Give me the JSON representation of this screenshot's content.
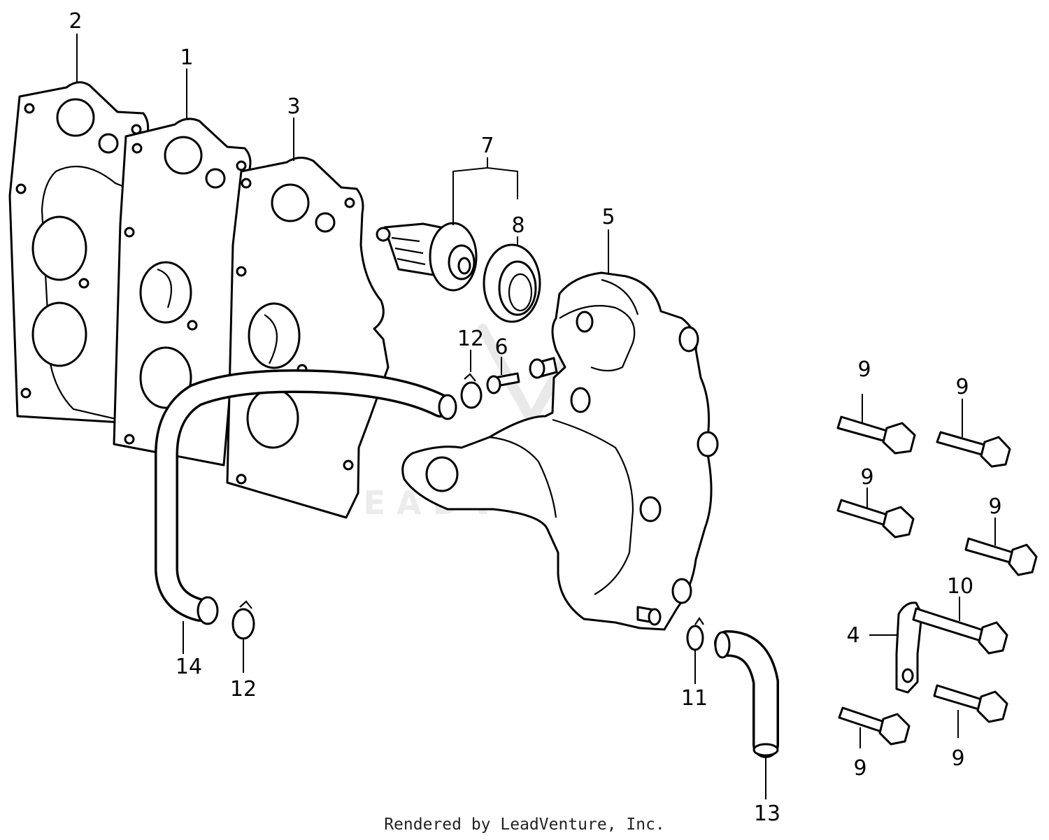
{
  "watermark": {
    "text": "LEADVENTURE"
  },
  "footer": {
    "credit": "Rendered by LeadVenture, Inc."
  },
  "callouts": {
    "c1": "1",
    "c2": "2",
    "c3": "3",
    "c4": "4",
    "c5": "5",
    "c6": "6",
    "c7": "7",
    "c8": "8",
    "c9a": "9",
    "c9b": "9",
    "c9c": "9",
    "c9d": "9",
    "c9e": "9",
    "c9f": "9",
    "c10": "10",
    "c11": "11",
    "c12a": "12",
    "c12b": "12",
    "c13": "13",
    "c14": "14"
  }
}
